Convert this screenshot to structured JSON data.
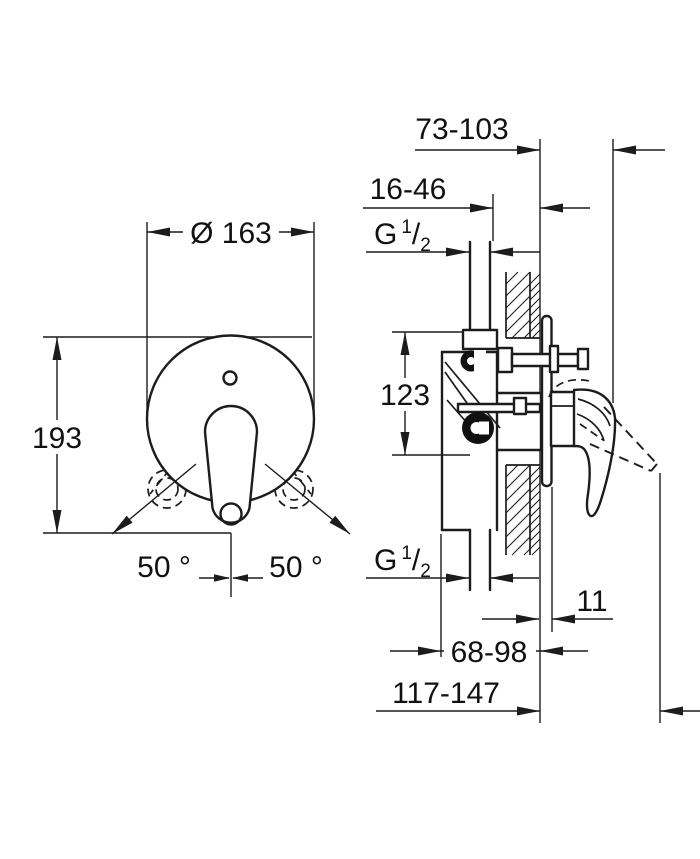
{
  "page": {
    "background": "#ffffff",
    "line_color": "#1c1c1c",
    "description_labels": {
      "front_view": "faucet front view with escutcheon and lever",
      "section_view": "wall cross-section of concealed mixer valve"
    }
  },
  "front_view": {
    "diameter": {
      "label": "Ø 163"
    },
    "height": {
      "label": "193"
    },
    "swing_left": {
      "label": "50 °"
    },
    "swing_right": {
      "label": "50 °"
    }
  },
  "section_view": {
    "install_depth": {
      "label": "73-103"
    },
    "surface_depth": {
      "label": "16-46"
    },
    "thread_top": {
      "g": "G",
      "num": "1",
      "slash": "/",
      "den": "2"
    },
    "port_distance": {
      "label": "123"
    },
    "thread_bottom": {
      "g": "G",
      "num": "1",
      "slash": "/",
      "den": "2"
    },
    "plate_gap": {
      "label": "11"
    },
    "body_depth": {
      "label": "68-98"
    },
    "handle_reach": {
      "label": "117-147"
    }
  }
}
